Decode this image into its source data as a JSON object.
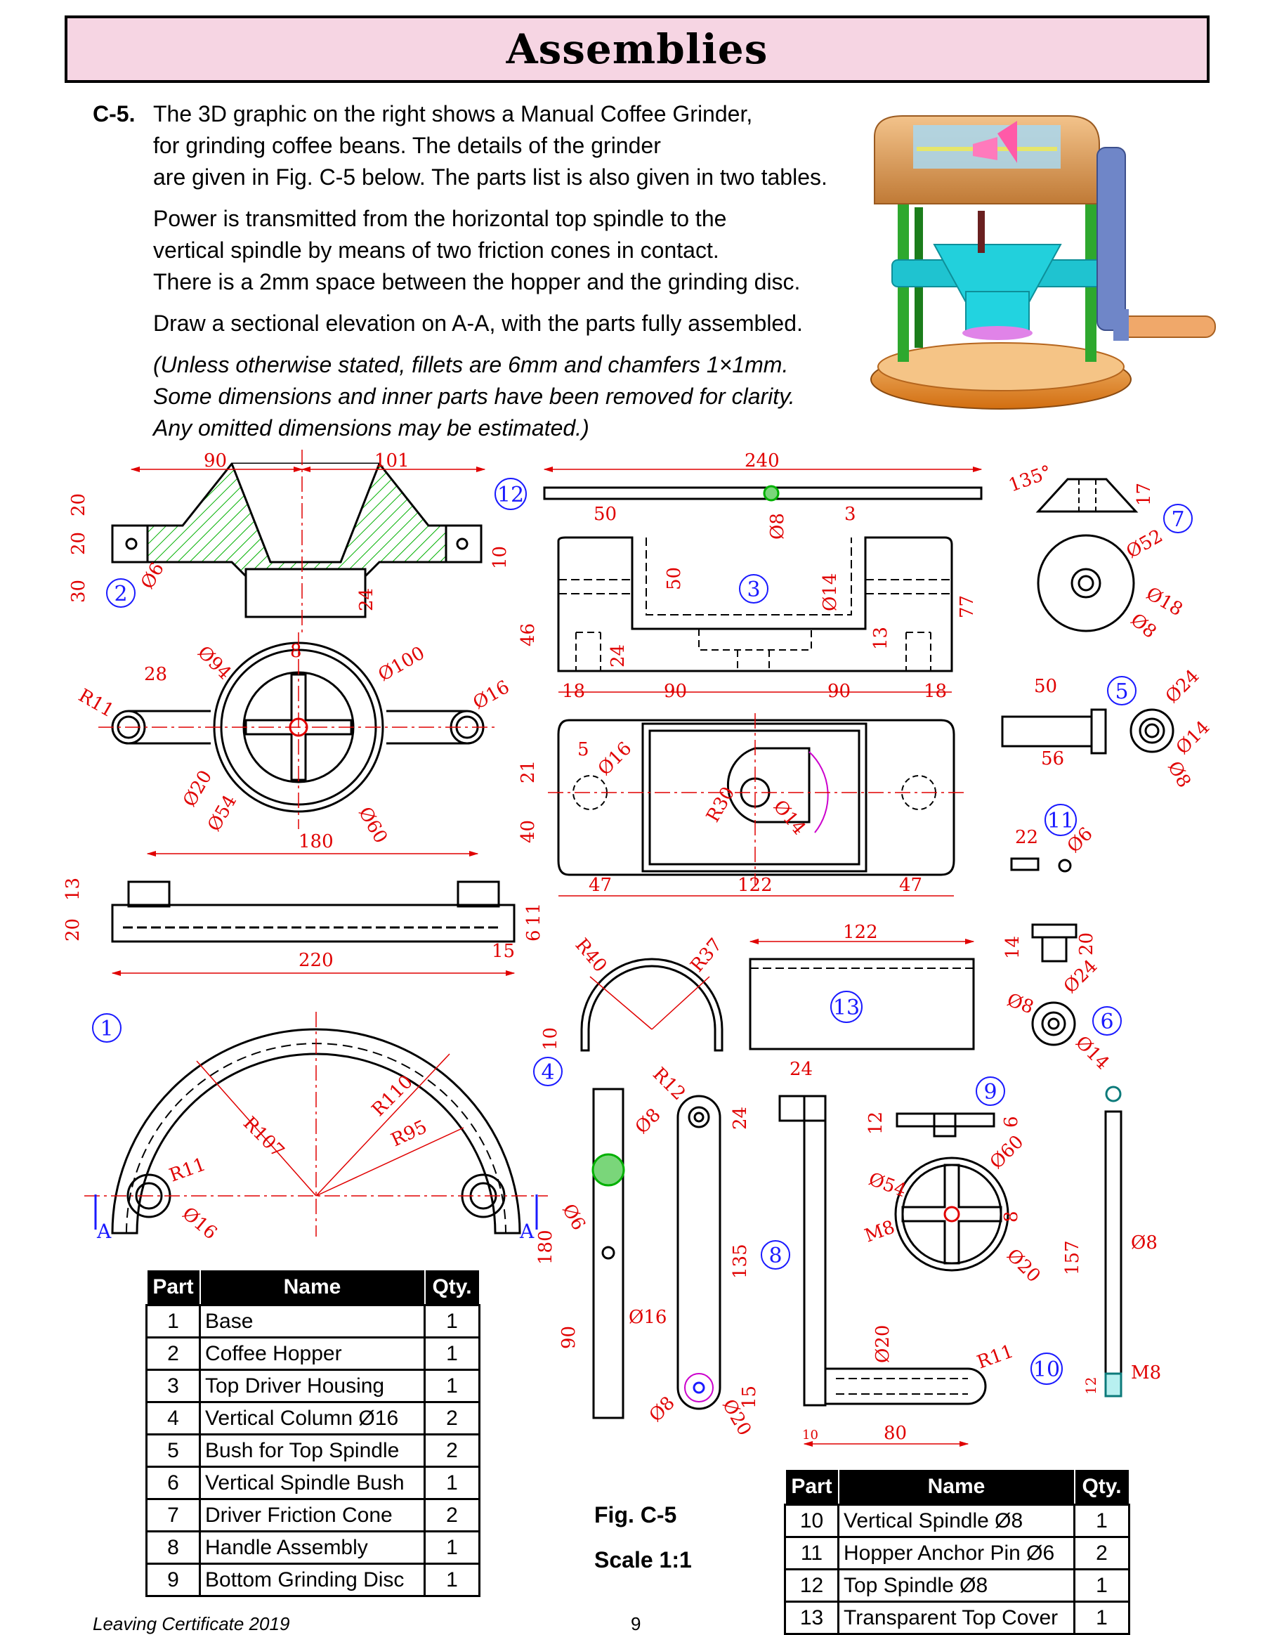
{
  "header": {
    "title": "Assemblies"
  },
  "question": {
    "number": "C-5.",
    "paragraphs": [
      [
        "The 3D graphic on the right shows a Manual Coffee Grinder,",
        "for grinding coffee beans.  The details of the grinder",
        "are given in Fig. C-5 below.  The parts list is also given in two tables."
      ],
      [
        "Power is transmitted from the horizontal top spindle to the",
        "vertical spindle by means of two friction cones in contact.",
        "There is a 2mm space between the hopper and the grinding disc."
      ],
      [
        "Draw a sectional elevation on A-A, with the parts fully assembled."
      ]
    ],
    "note": [
      "(Unless otherwise stated, fillets are 6mm and chamfers 1×1mm.",
      "Some dimensions and inner parts have been removed for clarity.",
      "Any omitted dimensions may be estimated.)"
    ]
  },
  "figure": {
    "caption": "Fig. C-5",
    "scale": "Scale 1:1"
  },
  "parts_table_1": {
    "headers": [
      "Part",
      "Name",
      "Qty."
    ],
    "rows": [
      [
        "1",
        "Base",
        "1"
      ],
      [
        "2",
        "Coffee Hopper",
        "1"
      ],
      [
        "3",
        "Top Driver Housing",
        "1"
      ],
      [
        "4",
        "Vertical Column Ø16",
        "2"
      ],
      [
        "5",
        "Bush for Top Spindle",
        "2"
      ],
      [
        "6",
        "Vertical Spindle Bush",
        "1"
      ],
      [
        "7",
        "Driver Friction Cone",
        "2"
      ],
      [
        "8",
        "Handle Assembly",
        "1"
      ],
      [
        "9",
        "Bottom Grinding Disc",
        "1"
      ]
    ]
  },
  "parts_table_2": {
    "headers": [
      "Part",
      "Name",
      "Qty."
    ],
    "rows": [
      [
        "10",
        "Vertical Spindle Ø8",
        "1"
      ],
      [
        "11",
        "Hopper Anchor Pin Ø6",
        "2"
      ],
      [
        "12",
        "Top Spindle Ø8",
        "1"
      ],
      [
        "13",
        "Transparent Top Cover",
        "1"
      ]
    ]
  },
  "footer": {
    "left": "Leaving Certificate 2019",
    "page": "9"
  },
  "part_numbers": [
    "1",
    "2",
    "3",
    "4",
    "5",
    "6",
    "7",
    "8",
    "9",
    "10",
    "11",
    "12",
    "13"
  ],
  "section_labels": [
    "A",
    "A"
  ],
  "dimensions": {
    "hopper": [
      "90",
      "101",
      "20",
      "20",
      "30",
      "Ø6",
      "24",
      "10"
    ],
    "hopper_plan": [
      "Ø94",
      "8",
      "Ø100",
      "28",
      "R11",
      "Ø16",
      "Ø20",
      "Ø54",
      "Ø60",
      "180"
    ],
    "spindle": [
      "240",
      "Ø8"
    ],
    "housing_front": [
      "50",
      "3",
      "50",
      "Ø14",
      "46",
      "24",
      "13",
      "77",
      "18",
      "90",
      "90",
      "18"
    ],
    "housing_plan": [
      "5",
      "Ø16",
      "21",
      "R30",
      "Ø14",
      "40",
      "47",
      "122",
      "47"
    ],
    "base_elev": [
      "20",
      "13",
      "11",
      "6",
      "15",
      "220"
    ],
    "base_plan": [
      "R107",
      "R110",
      "R95",
      "R11",
      "Ø16"
    ],
    "cover": [
      "R40",
      "R37",
      "122",
      "10"
    ],
    "column": [
      "Ø6",
      "180",
      "90"
    ],
    "handle": [
      "R12",
      "Ø8",
      "24",
      "135",
      "Ø16",
      "Ø8",
      "Ø20",
      "15",
      "24",
      "Ø20",
      "R11",
      "10",
      "80"
    ],
    "cone": [
      "135°",
      "17",
      "Ø52",
      "Ø18",
      "Ø8"
    ],
    "bush5": [
      "50",
      "56",
      "Ø24",
      "Ø14",
      "Ø8"
    ],
    "pin11": [
      "22",
      "Ø6"
    ],
    "bush6": [
      "14",
      "20",
      "Ø8",
      "Ø24",
      "Ø14"
    ],
    "disc": [
      "12",
      "6",
      "Ø60",
      "Ø54",
      "M8",
      "8",
      "Ø20"
    ],
    "vspindle": [
      "157",
      "Ø8",
      "12",
      "M8"
    ]
  },
  "colors": {
    "dimension": "#e00000",
    "part_label": "#1a1aff",
    "hatch": "#00b000",
    "title_bg": "#f6d5e3",
    "outline": "#000000"
  }
}
